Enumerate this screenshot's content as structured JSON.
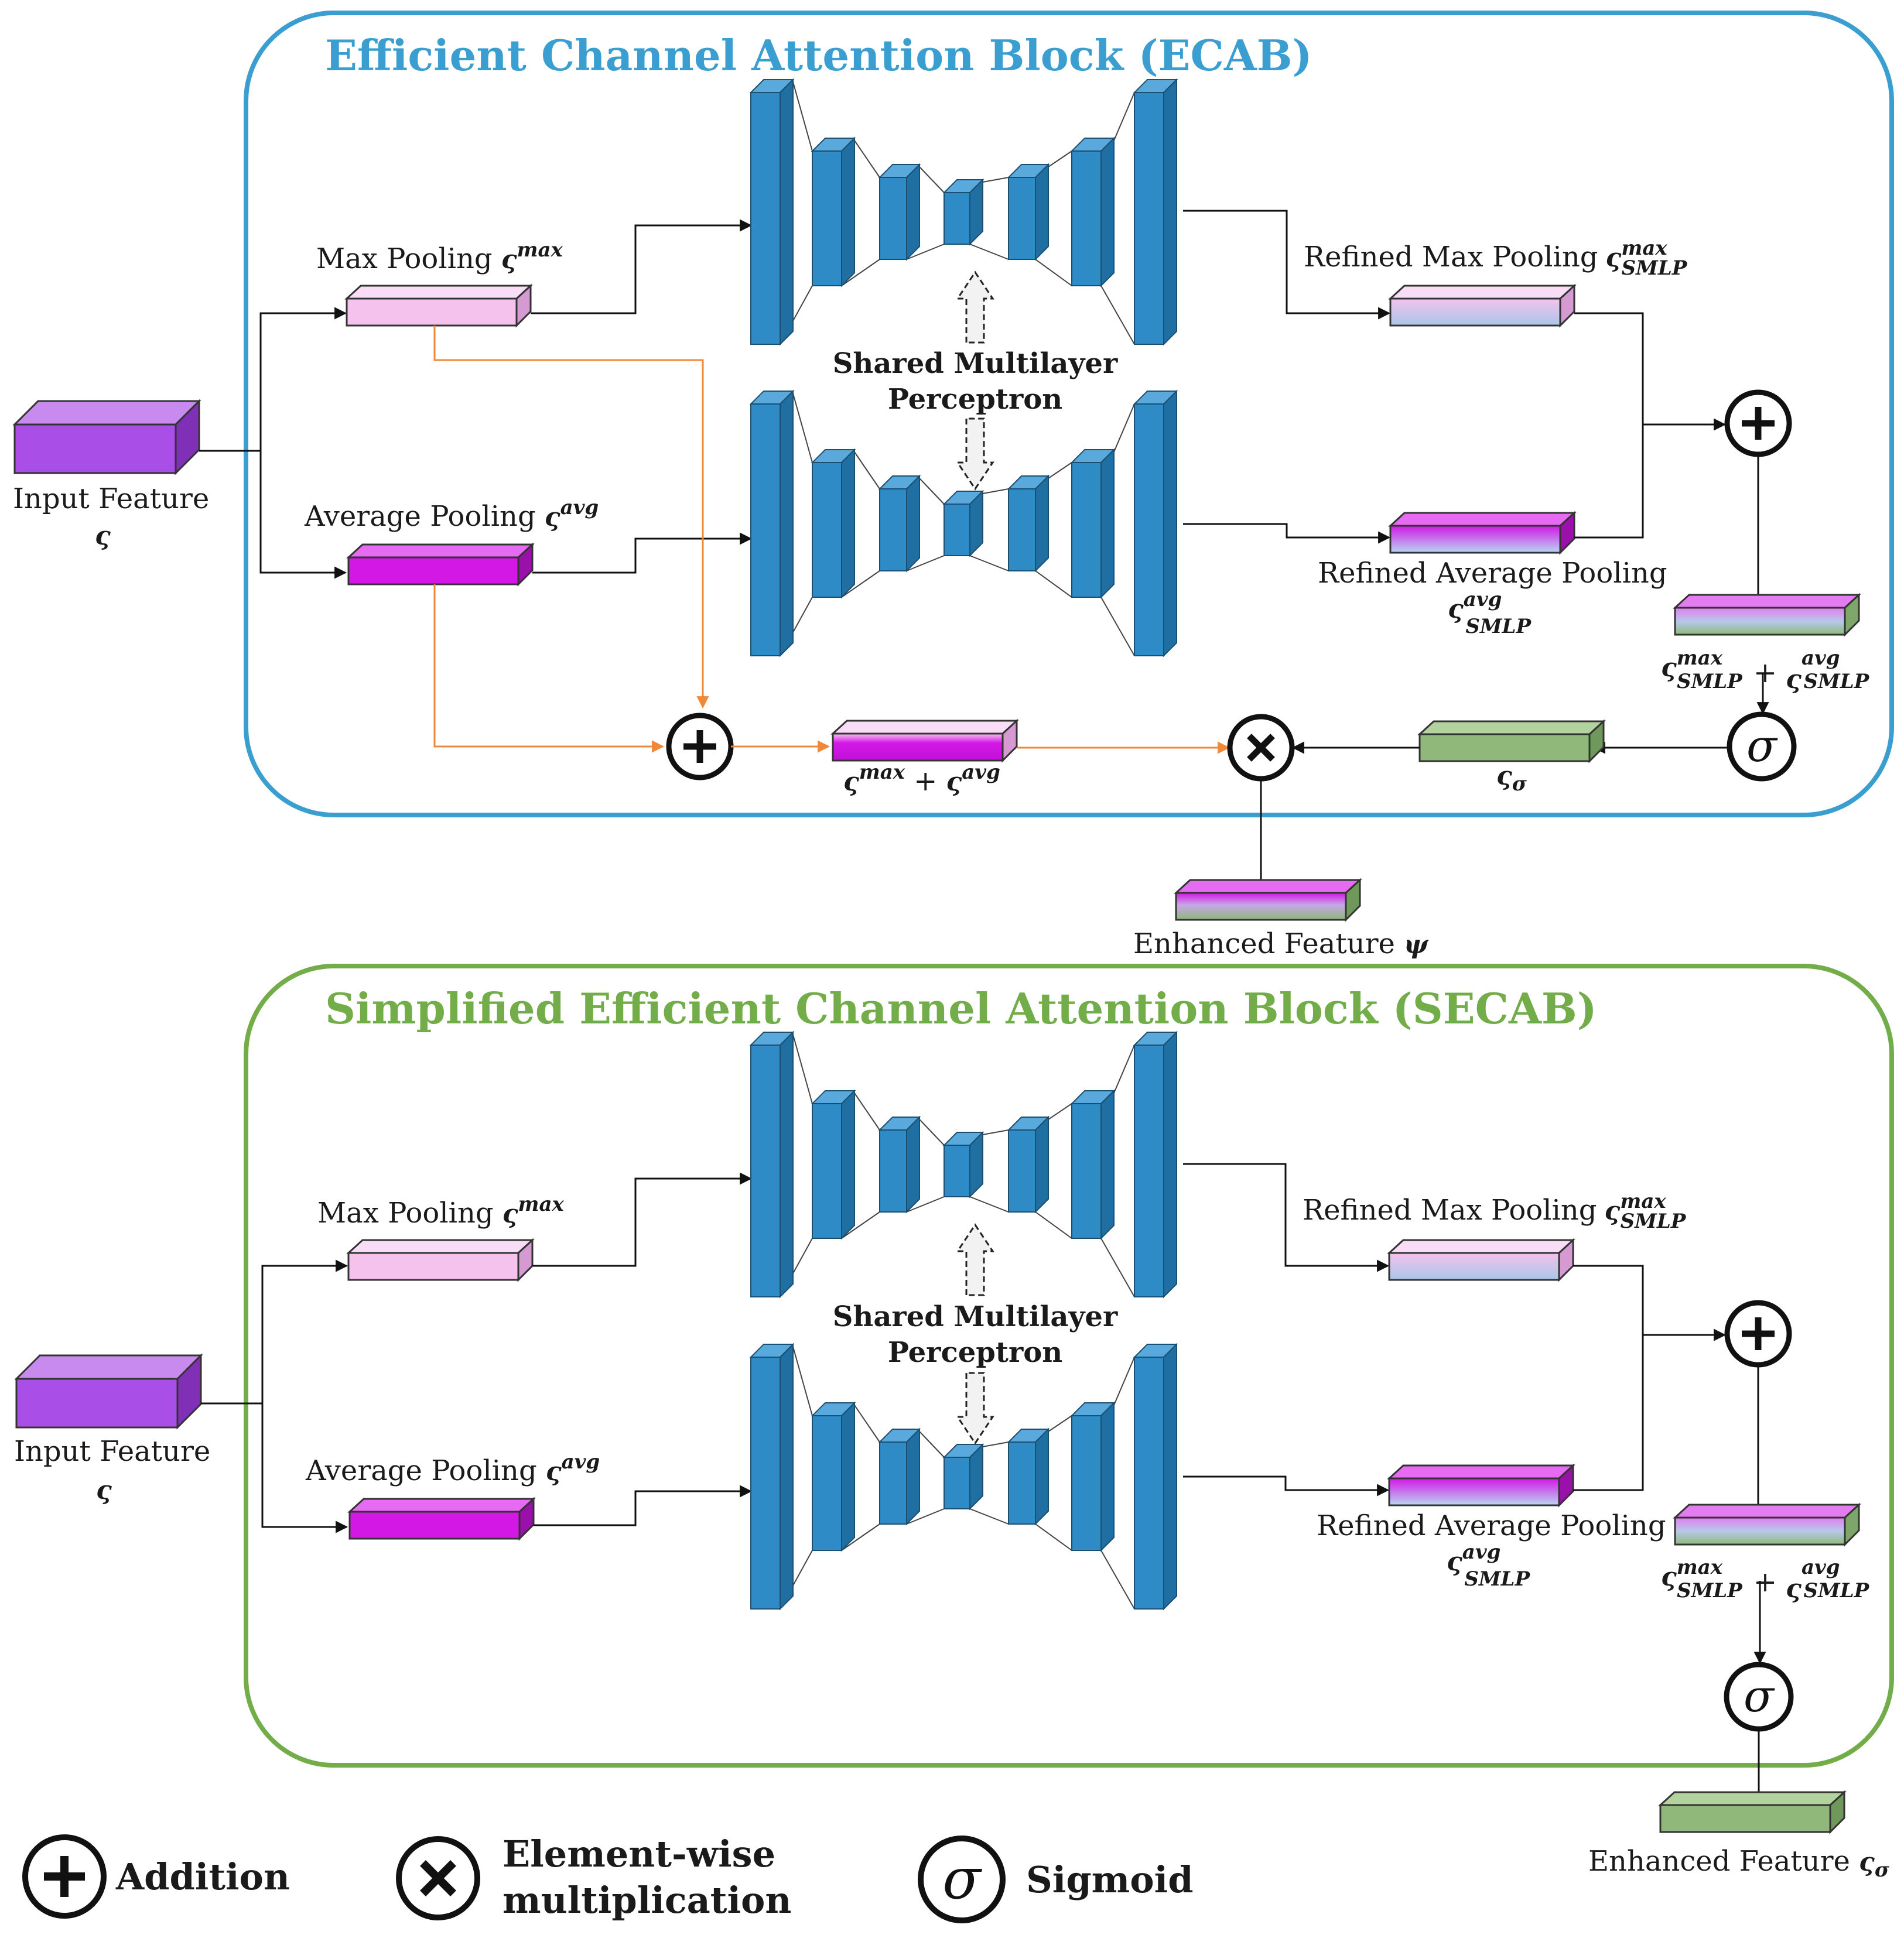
{
  "colors": {
    "ecab_border": "#3a9fd0",
    "secab_border": "#72ad4a",
    "orange_line": "#f0883a",
    "mlp_face": "#2f8bc6",
    "mlp_side": "#1f6fa3",
    "mlp_top": "#5aa9dc",
    "input_face": "#a94ee6",
    "maxpool_face": "#f4c2ec",
    "avgpool_face": "#d318e6",
    "sigma_face": "#8fb87a"
  },
  "ecab": {
    "title": "Efficient Channel Attention Block (ECAB)",
    "input_label": "Input Feature",
    "input_symbol": "ς",
    "max_pool_label": "Max Pooling",
    "avg_pool_label": "Average Pooling",
    "shared_mlp_line1": "Shared Multilayer",
    "shared_mlp_line2": "Perceptron",
    "refined_max_label": "Refined Max Pooling",
    "refined_avg_label": "Refined Average Pooling",
    "sum_label": "ς",
    "sigma_out_label": "ς",
    "sigmoid_symbol": "σ",
    "output_label": "Enhanced Feature",
    "output_symbol": "ψ",
    "sup_max": "max",
    "sup_avg": "avg",
    "sub_smlp": "SMLP",
    "sub_sigma": "σ",
    "plus": "+"
  },
  "secab": {
    "title": "Simplified Efficient Channel Attention Block (SECAB)",
    "input_label": "Input Feature",
    "input_symbol": "ς",
    "max_pool_label": "Max Pooling",
    "avg_pool_label": "Average Pooling",
    "shared_mlp_line1": "Shared Multilayer",
    "shared_mlp_line2": "Perceptron",
    "refined_max_label": "Refined Max Pooling",
    "refined_avg_label": "Refined Average Pooling",
    "sigmoid_symbol": "σ",
    "output_label": "Enhanced Feature",
    "output_symbol": "ς",
    "sup_max": "max",
    "sup_avg": "avg",
    "sub_smlp": "SMLP",
    "sub_sigma": "σ",
    "plus": "+"
  },
  "legend": {
    "addition": "Addition",
    "multiplication_line1": "Element-wise",
    "multiplication_line2": "multiplication",
    "sigmoid_symbol": "σ",
    "sigmoid": "Sigmoid"
  }
}
